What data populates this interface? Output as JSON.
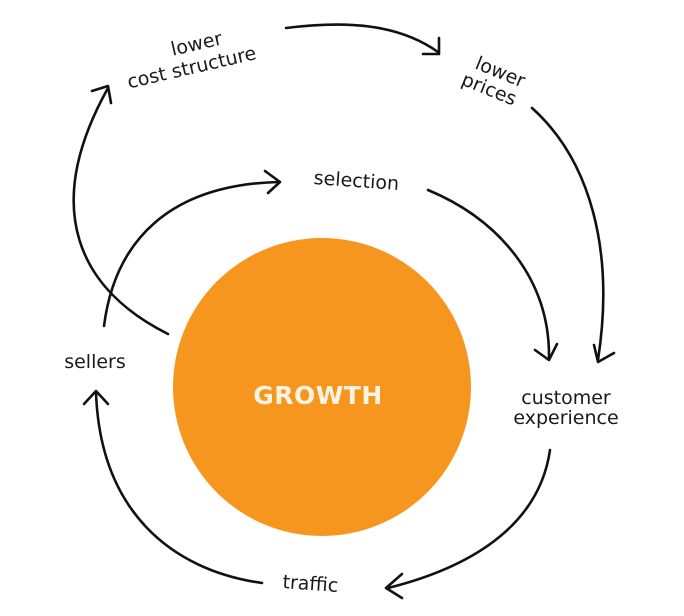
{
  "diagram": {
    "title": "Flywheel",
    "center": {
      "label": "GROWTH",
      "color": "#F7961F",
      "text_color": "#FDF3E3"
    },
    "nodes": {
      "lower_cost_structure": [
        "lower",
        "cost structure"
      ],
      "lower_prices": [
        "lower",
        "prices"
      ],
      "selection": "selection",
      "customer_experience": [
        "customer",
        "experience"
      ],
      "traffic": "traffic",
      "sellers": "sellers"
    },
    "edges": [
      {
        "from": "lower cost structure",
        "to": "lower prices"
      },
      {
        "from": "lower prices",
        "to": "customer experience"
      },
      {
        "from": "selection",
        "to": "customer experience"
      },
      {
        "from": "customer experience",
        "to": "traffic"
      },
      {
        "from": "traffic",
        "to": "sellers"
      },
      {
        "from": "sellers",
        "to": "selection"
      },
      {
        "from": "sellers",
        "to": "lower cost structure"
      }
    ],
    "stroke_color": "#111111"
  }
}
